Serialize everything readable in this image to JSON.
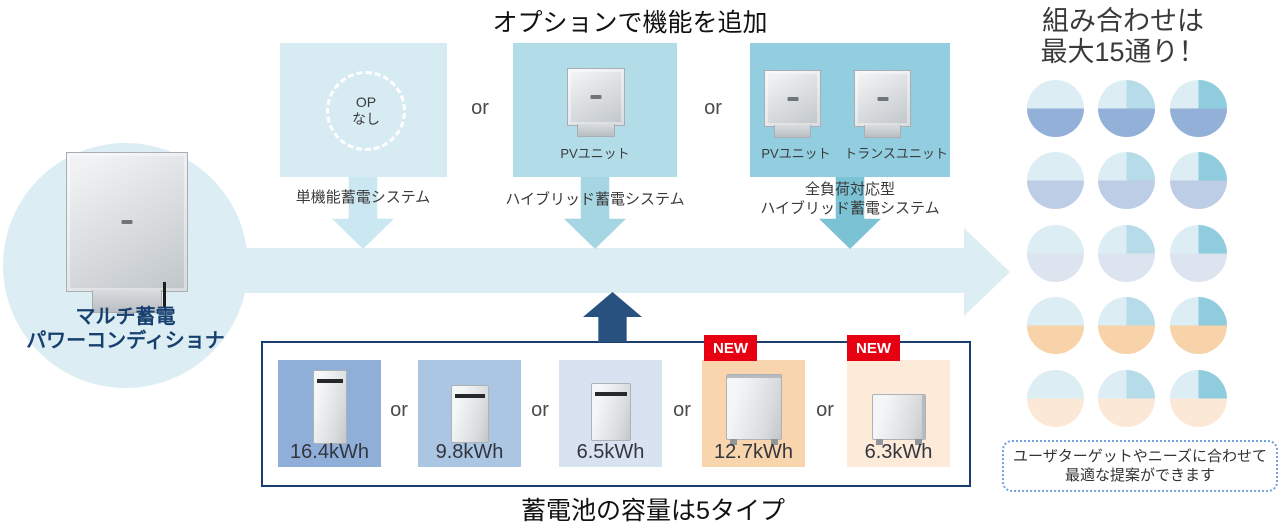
{
  "header": {
    "options_title": "オプションで機能を追加"
  },
  "main_unit": {
    "label_line1": "マルチ蓄電",
    "label_line2": "パワーコンディショナ"
  },
  "or_label": "or",
  "options": [
    {
      "circle_line1": "OP",
      "circle_line2": "なし",
      "label": "単機能蓄電システム",
      "box_color": "#d7ebf3",
      "arrow_color": "#cbe7f1"
    },
    {
      "unit_label": "PVユニット",
      "label": "ハイブリッド蓄電システム",
      "box_color": "#b2dde8",
      "arrow_color": "#a6d5e3"
    },
    {
      "unit1_label": "PVユニット",
      "unit2_label": "トランスユニット",
      "label_line1": "全負荷対応型",
      "label_line2": "ハイブリッド蓄電システム",
      "box_color": "#92cde0",
      "arrow_color": "#7cc2d5"
    }
  ],
  "batteries": {
    "title": "蓄電池の容量は5タイプ",
    "new_badge_label": "NEW",
    "items": [
      {
        "capacity": "16.4kWh",
        "new": false,
        "bg": "#8fafd9"
      },
      {
        "capacity": "9.8kWh",
        "new": false,
        "bg": "#aac6e3"
      },
      {
        "capacity": "6.5kWh",
        "new": false,
        "bg": "#d8e2f0"
      },
      {
        "capacity": "12.7kWh",
        "new": true,
        "bg": "#f8d5ad"
      },
      {
        "capacity": "6.3kWh",
        "new": true,
        "bg": "#fdead9"
      }
    ]
  },
  "combinations": {
    "title_line1": "組み合わせは",
    "title_line2": "最大15通り！",
    "note_line1": "ユーザターゲットやニーズに合わせて",
    "note_line2": "最適な提案ができます",
    "grid": {
      "rows": 5,
      "cols": 3,
      "top_left_color": "#dcedf4",
      "col_top_colors": [
        "#dcedf4",
        "#b5dce8",
        "#8fccdd"
      ],
      "row_bottom_colors": [
        "#93b0d8",
        "#bccde5",
        "#dbe4ef",
        "#f8d2a8",
        "#fce8d7"
      ]
    }
  },
  "colors": {
    "flow": "#dcedf4",
    "up_arrow": "#28517f",
    "panel_border": "#1a3e6e",
    "new_badge": "#e60012"
  }
}
